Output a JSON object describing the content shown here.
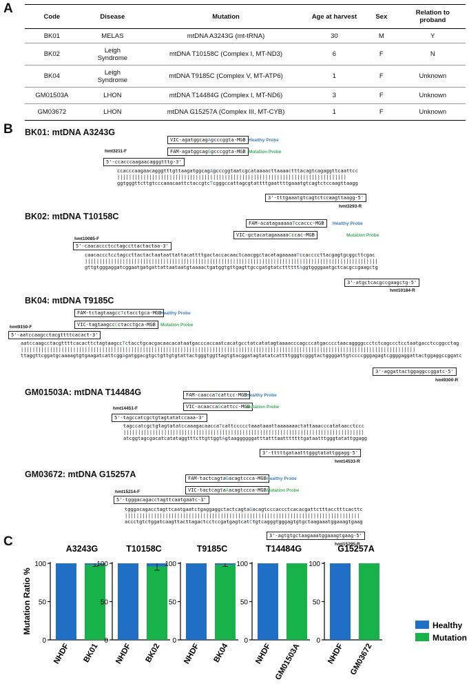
{
  "panels": {
    "A": "A",
    "B": "B",
    "C": "C"
  },
  "table": {
    "headers": [
      "Code",
      "Disease",
      "Mutation",
      "Age at harvest",
      "Sex",
      "Relation to proband"
    ],
    "rows": [
      [
        "BK01",
        "MELAS",
        "mtDNA A3243G (mt-tRNA)",
        "30",
        "M",
        "Y"
      ],
      [
        "BK02",
        "Leigh Syndrome",
        "mtDNA T10158C (Complex I, MT-ND3)",
        "6",
        "F",
        "N"
      ],
      [
        "BK04",
        "Leigh Syndrome",
        "mtDNA T9185C (Complex V, MT-ATP6)",
        "1",
        "F",
        "Unknown"
      ],
      [
        "GM01503A",
        "LHON",
        "mtDNA T14484G (Complex I, MT-ND6)",
        "3",
        "F",
        "Unknown"
      ],
      [
        "GM03672",
        "LHON",
        "mtDNA G15257A (Complex III, MT-CYB)",
        "1",
        "F",
        "Unknown"
      ]
    ]
  },
  "assays": [
    {
      "title": "BK01: mtDNA A3243G",
      "probe_top": {
        "pre": "VIC-agatggcag",
        "base": "A",
        "post": "gcccggta-MGB",
        "color": "blue"
      },
      "probe_top_label": "Healthy Probe",
      "probe_bottom": {
        "pre": "FAM-agatggcag",
        "base": "G",
        "post": "gcccggta-MGB",
        "color": "green"
      },
      "probe_bottom_label": "Mutation Probe",
      "fwd_name": "hmt3211-F",
      "fwd_primer": "5'-ccacccaagaacagggtttg-3'",
      "seq_top": {
        "pre": "ccacccaagaacagggtttgttaagatggcag",
        "base": "A",
        "post": "gcccggtaatcgcataaaacttaaaactttacagtcagaggttcaattcc"
      },
      "seq_mid": "|||||||||||||||||||||||||||||||||||||||||||||||||||||||||||||||||||||||||||||||",
      "seq_bot": {
        "pre": "ggtgggttcttgtcccaaacaattctaccgtc",
        "base": "T",
        "post": "cgggccattagcgtattttgaattttgaaatgtcagtctccaagttaagg"
      },
      "rev_primer": "3'-tttgaaatgtcagtctccaagttaagg-5'",
      "rev_name": "hmt3293-R"
    },
    {
      "title": "BK02: mtDNA T10158C",
      "probe_top": {
        "pre": "FAM-acatagaaaaa",
        "base": "T",
        "post": "ccaccc-MGB",
        "color": "blue"
      },
      "probe_top_label": "Healthy Probe",
      "probe_bottom": {
        "pre": "VIC-gctacatagaaaaa",
        "base": "C",
        "post": "ccac-MGB",
        "color": "green"
      },
      "probe_bottom_label": "Mutation Probe",
      "fwd_name": "hmt10085-F",
      "fwd_primer": "5'-caacaccctcctagccttactactaa-3'",
      "seq_top": {
        "pre": "caacaccctcctagccttactactaataattattacattttgactaccacaactcaacggctacatagaaaaa",
        "base": "T",
        "post": "ccaccccttacgagtgcggcttcgac"
      },
      "seq_mid": "|||||||||||||||||||||||||||||||||||||||||||||||||||||||||||||||||||||||||||||||||||||||||||||||||||||",
      "seq_bot": {
        "pre": "gttgtgggaggatcggaatgatgattattaataatgtaaaactgatggtgttgagttgccgatgtatctttttt",
        "base": "A",
        "post": "ggtggggaatgctcacgccgaagctg"
      },
      "rev_primer": "3'-atgctcacgccgaagctg-5'",
      "rev_name": "hmt10184-R"
    },
    {
      "title": "BK04: mtDNA T9185C",
      "probe_top": {
        "pre": "FAM-tctagtaagcc",
        "base": "T",
        "post": "ctacctgca-MGB",
        "color": "blue"
      },
      "probe_top_label": "Healthy Probe",
      "probe_bottom": {
        "pre": "VIC-tagtaagcc",
        "base": "C",
        "post": "ctacctgca-MGB",
        "color": "green"
      },
      "probe_bottom_label": "Mutation Probe",
      "fwd_name": "hmt9150-F",
      "fwd_primer": "5'-aatccaagcctacgttttcacact-3'",
      "seq_top": {
        "pre": "aatccaagcctacgttttcacacttctagtaagcc",
        "base": "T",
        "post": "ctacctgcacgacaacacataatgacccaccaatcacatgcctatcatatagtaaaacccagcccatgacccctaacaggggccctctcagccctcctaatgacctccggcctag"
      },
      "seq_mid": "||||||||||||||||||||||||||||||||||||||||||||||||||||||||||||||||||||||||||||||||||||||||||||||||||||||||||||||||||||||||||||||||||||||||",
      "seq_bot": {
        "pre": "ttaggttcggatgcaaaagtgtgaagatcattcgg",
        "base": "A",
        "post": "gatggacgtgctgttgtgtattactgggtggttagtgtacggatagtatatcattttgggtcgggtactggggattgtccccgggagagtcggggaggattactggaggccggatc"
      },
      "rev_primer": "3'-aggattactggaggccggatc-5'",
      "rev_name": "hmt9300-R"
    },
    {
      "title": "GM01503A: mtDNA T14484G",
      "probe_top": {
        "pre": "FAM-caacca",
        "base": "T",
        "post": "cattcc-MGB",
        "color": "blue"
      },
      "probe_top_label": "Healthy Probe",
      "probe_bottom": {
        "pre": "VIC-acaacca",
        "base": "G",
        "post": "cattcc-MGB",
        "color": "green"
      },
      "probe_bottom_label": "Mutation Probe",
      "fwd_name": "hmt14451-F",
      "fwd_primer": "5'-tagccatcgctgtagtatatccaaa-3'",
      "seq_top": {
        "pre": "tagccatcgctgtagtatatccaaagacaacca",
        "base": "T",
        "post": "cattccccctaaataaattaaaaaaactattaaacccatataacctccc"
      },
      "seq_mid": "|||||||||||||||||||||||||||||||||||||||||||||||||||||||||||||||||||||||||||||||||||",
      "seq_bot": {
        "pre": "atcggtagcgacatcatataggtttcttgttggt",
        "base": "A",
        "post": "gtaaggggggatttatttaatttttttgataatttgggtatattggagg"
      },
      "rev_primer": "3'-tttttgataatttgggtatattggagg-5'",
      "rev_name": "hmt14533-R"
    },
    {
      "title": "GM03672: mtDNA G15257A",
      "probe_top": {
        "pre": "FAM-tactcagta",
        "base": "G",
        "post": "acagtccca-MGB",
        "color": "blue"
      },
      "probe_top_label": "Healthy Probe",
      "probe_bottom": {
        "pre": "VIC-tactcagta",
        "base": "A",
        "post": "acagtccca-MGB",
        "color": "green"
      },
      "probe_bottom_label": "Mutation Probe",
      "fwd_name": "hmt15214-F",
      "fwd_primer": "5'-tgggacagacctagttcaatgaatc-3'",
      "seq_top": {
        "pre": "tgggacagacctagttcaatgaatctgaggaggctactcagta",
        "base": "G",
        "post": "acagtcccaccctcacacgattctttacctttcacttc"
      },
      "seq_mid": "|||||||||||||||||||||||||||||||||||||||||||||||||||||||||||||||||||||||||||||||||",
      "seq_bot": {
        "pre": "accctgtctggatcaagttacttagactcctccgatgagtcat",
        "base": "C",
        "post": "tgtcagggtgggagtgtgctaagaaatggaaagtgaag"
      },
      "rev_primer": "3'-agtgtgctaagaaatggaaagtgaag-5'",
      "rev_name": "hmt15295-R"
    }
  ],
  "colors": {
    "healthy": "#1f6fc6",
    "mutation": "#17b24a",
    "healthy_text": "#3a7fc4",
    "mutation_text": "#3bb05a"
  },
  "chart_data": [
    {
      "type": "bar",
      "stacked": true,
      "title": "A3243G",
      "categories": [
        "NHDF",
        "BK01"
      ],
      "ylabel": "Mutation Ratio %",
      "ylim": [
        0,
        100
      ],
      "yticks": [
        0,
        50,
        100
      ],
      "series": [
        {
          "name": "Healthy",
          "values": [
            100,
            2
          ]
        },
        {
          "name": "Mutation",
          "values": [
            0,
            98
          ]
        }
      ],
      "error": [
        0,
        2
      ]
    },
    {
      "type": "bar",
      "stacked": true,
      "title": "T10158C",
      "categories": [
        "NHDF",
        "BK02"
      ],
      "ylim": [
        0,
        100
      ],
      "yticks": [
        0,
        50,
        100
      ],
      "series": [
        {
          "name": "Healthy",
          "values": [
            100,
            4
          ]
        },
        {
          "name": "Mutation",
          "values": [
            0,
            96
          ]
        }
      ],
      "error": [
        0,
        5
      ]
    },
    {
      "type": "bar",
      "stacked": true,
      "title": "T9185C",
      "categories": [
        "NHDF",
        "BK04"
      ],
      "ylim": [
        0,
        100
      ],
      "yticks": [
        0,
        50,
        100
      ],
      "series": [
        {
          "name": "Healthy",
          "values": [
            100,
            2
          ]
        },
        {
          "name": "Mutation",
          "values": [
            0,
            98
          ]
        }
      ],
      "error": [
        0,
        2
      ]
    },
    {
      "type": "bar",
      "stacked": true,
      "title": "T14484G",
      "categories": [
        "NHDF",
        "GM01503A"
      ],
      "ylim": [
        0,
        100
      ],
      "yticks": [
        0,
        50,
        100
      ],
      "series": [
        {
          "name": "Healthy",
          "values": [
            100,
            0
          ]
        },
        {
          "name": "Mutation",
          "values": [
            0,
            100
          ]
        }
      ],
      "error": [
        0,
        0
      ]
    },
    {
      "type": "bar",
      "stacked": true,
      "title": "G15257A",
      "categories": [
        "NHDF",
        "GM03672"
      ],
      "ylim": [
        0,
        100
      ],
      "yticks": [
        0,
        50,
        100
      ],
      "series": [
        {
          "name": "Healthy",
          "values": [
            100,
            0
          ]
        },
        {
          "name": "Mutation",
          "values": [
            0,
            100
          ]
        }
      ],
      "error": [
        0,
        0
      ]
    }
  ],
  "legend": [
    {
      "label": "Healthy",
      "color": "#1f6fc6"
    },
    {
      "label": "Mutation",
      "color": "#17b24a"
    }
  ]
}
